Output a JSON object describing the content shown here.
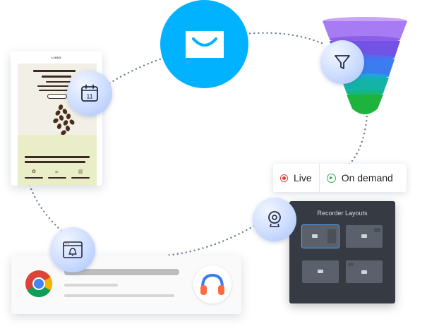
{
  "newsletter": {
    "logo_text": "LOGO"
  },
  "channels": {
    "live_label": "Live",
    "on_demand_label": "On demand"
  },
  "recorder": {
    "title": "Recorder Layouts",
    "selected_layout": 1
  },
  "calendar": {
    "day": "11"
  },
  "colors": {
    "brand_blue": "#00b2ff",
    "badge_light": "#cddcff",
    "live_red": "#e53935",
    "on_demand_green": "#2bb34a",
    "funnel_purple": "#a77bf3",
    "funnel_blue": "#3b7cf0",
    "funnel_teal": "#14b3a8",
    "funnel_green": "#1db33c",
    "recorder_bg": "#353a43"
  },
  "icons": [
    "envelope-icon",
    "calendar-icon",
    "filter-icon",
    "webcam-icon",
    "browser-bell-icon",
    "chrome-icon",
    "headphones-icon"
  ]
}
